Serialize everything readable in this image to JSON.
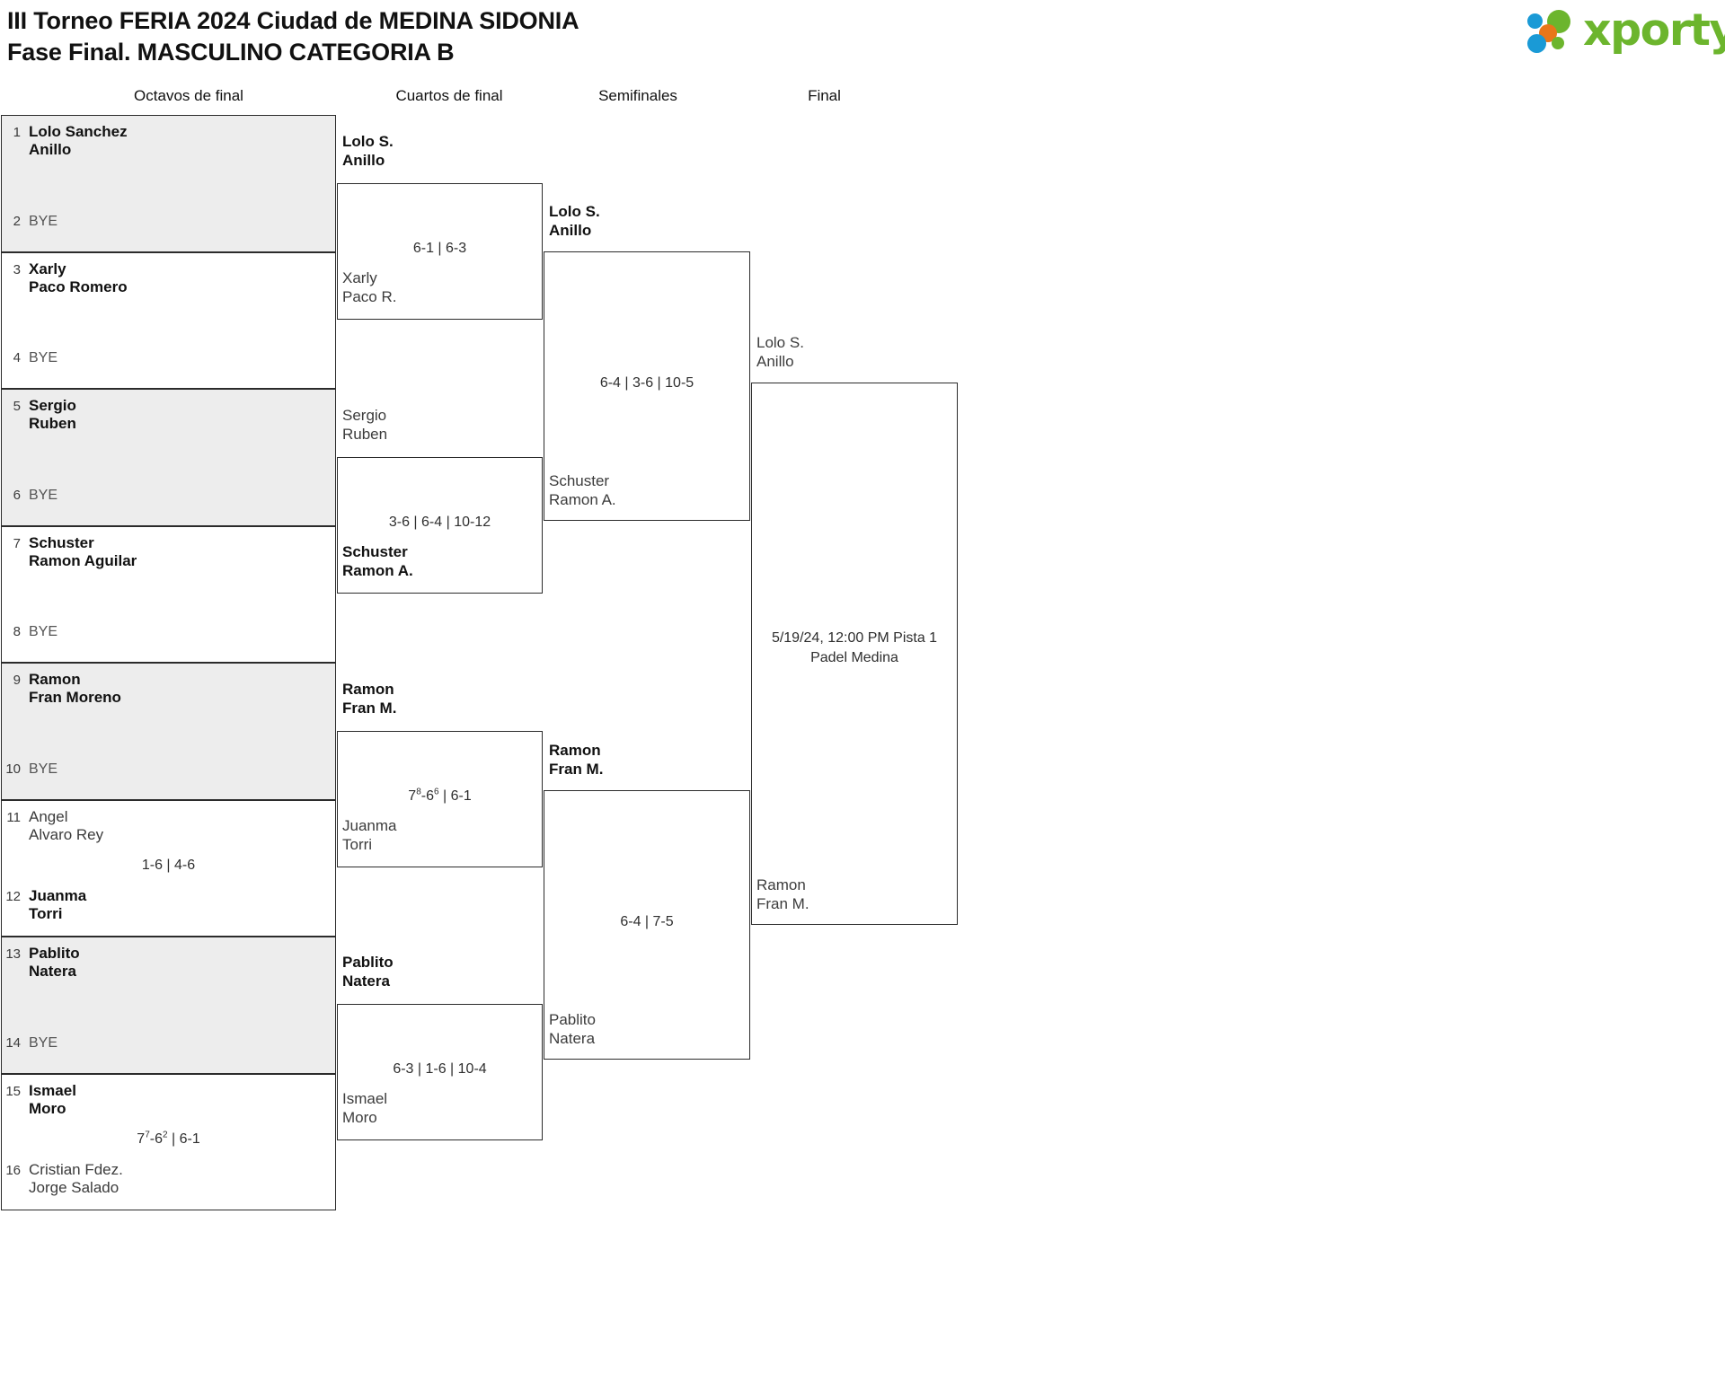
{
  "header": {
    "title_line1": "III Torneo FERIA 2024 Ciudad de MEDINA SIDONIA",
    "title_line2": "Fase Final. MASCULINO CATEGORIA B"
  },
  "logo": {
    "wordmark": "xporty",
    "colors": {
      "green": "#6cb52d",
      "blue": "#1a9ad6",
      "orange": "#e8761a"
    }
  },
  "rounds": [
    {
      "label": "Octavos de final"
    },
    {
      "label": "Cuartos de final"
    },
    {
      "label": "Semifinales"
    },
    {
      "label": "Final"
    }
  ],
  "bracket": {
    "round16": [
      {
        "seed_top": "1",
        "top_l1": "Lolo Sanchez",
        "top_l2": "Anillo",
        "top_result": "win",
        "seed_bot": "2",
        "bot_l1": "BYE",
        "bot_l2": "",
        "bot_result": "bye",
        "score": "",
        "shaded": true
      },
      {
        "seed_top": "3",
        "top_l1": "Xarly",
        "top_l2": "Paco Romero",
        "top_result": "win",
        "seed_bot": "4",
        "bot_l1": "BYE",
        "bot_l2": "",
        "bot_result": "bye",
        "score": "",
        "shaded": false
      },
      {
        "seed_top": "5",
        "top_l1": "Sergio",
        "top_l2": "Ruben",
        "top_result": "win",
        "seed_bot": "6",
        "bot_l1": "BYE",
        "bot_l2": "",
        "bot_result": "bye",
        "score": "",
        "shaded": true
      },
      {
        "seed_top": "7",
        "top_l1": "Schuster",
        "top_l2": "Ramon Aguilar",
        "top_result": "win",
        "seed_bot": "8",
        "bot_l1": "BYE",
        "bot_l2": "",
        "bot_result": "bye",
        "score": "",
        "shaded": false
      },
      {
        "seed_top": "9",
        "top_l1": "Ramon",
        "top_l2": "Fran Moreno",
        "top_result": "win",
        "seed_bot": "10",
        "bot_l1": "BYE",
        "bot_l2": "",
        "bot_result": "bye",
        "score": "",
        "shaded": true
      },
      {
        "seed_top": "11",
        "top_l1": "Angel",
        "top_l2": "Alvaro Rey",
        "top_result": "lose",
        "seed_bot": "12",
        "bot_l1": "Juanma",
        "bot_l2": "Torri",
        "bot_result": "win",
        "score": "1-6 | 4-6",
        "shaded": false
      },
      {
        "seed_top": "13",
        "top_l1": "Pablito",
        "top_l2": "Natera",
        "top_result": "win",
        "seed_bot": "14",
        "bot_l1": "BYE",
        "bot_l2": "",
        "bot_result": "bye",
        "score": "",
        "shaded": true
      },
      {
        "seed_top": "15",
        "top_l1": "Ismael",
        "top_l2": "Moro",
        "top_result": "win",
        "seed_bot": "16",
        "bot_l1": "Cristian Fdez.",
        "bot_l2": "Jorge Salado",
        "bot_result": "lose",
        "score": "7|7|-6|2| | 6-1",
        "score_parts": [
          {
            "t": "7"
          },
          {
            "sup": "7"
          },
          {
            "t": "-6"
          },
          {
            "sup": "2"
          },
          {
            "t": " | 6-1"
          }
        ],
        "shaded": false
      }
    ],
    "quarters": [
      {
        "top_l1": "Lolo S.",
        "top_l2": "Anillo",
        "top_result": "win",
        "bot_l1": "Xarly",
        "bot_l2": "Paco R.",
        "bot_result": "lose",
        "score_parts": [
          {
            "t": "6-1 | 6-3"
          }
        ]
      },
      {
        "top_l1": "Sergio",
        "top_l2": "Ruben",
        "top_result": "lose",
        "bot_l1": "Schuster",
        "bot_l2": "Ramon A.",
        "bot_result": "win",
        "score_parts": [
          {
            "t": "3-6 | 6-4 | 10-12"
          }
        ]
      },
      {
        "top_l1": "Ramon",
        "top_l2": "Fran M.",
        "top_result": "win",
        "bot_l1": "Juanma",
        "bot_l2": "Torri",
        "bot_result": "lose",
        "score_parts": [
          {
            "t": "7"
          },
          {
            "sup": "8"
          },
          {
            "t": "-6"
          },
          {
            "sup": "6"
          },
          {
            "t": " | 6-1"
          }
        ]
      },
      {
        "top_l1": "Pablito",
        "top_l2": "Natera",
        "top_result": "win",
        "bot_l1": "Ismael",
        "bot_l2": "Moro",
        "bot_result": "lose",
        "score_parts": [
          {
            "t": "6-3 | 1-6 | 10-4"
          }
        ]
      }
    ],
    "semis": [
      {
        "top_l1": "Lolo S.",
        "top_l2": "Anillo",
        "top_result": "win",
        "bot_l1": "Schuster",
        "bot_l2": "Ramon A.",
        "bot_result": "lose",
        "score_parts": [
          {
            "t": "6-4 | 3-6 | 10-5"
          }
        ]
      },
      {
        "top_l1": "Ramon",
        "top_l2": "Fran M.",
        "top_result": "win",
        "bot_l1": "Pablito",
        "bot_l2": "Natera",
        "bot_result": "lose",
        "score_parts": [
          {
            "t": "6-4 | 7-5"
          }
        ]
      }
    ],
    "final": {
      "top_l1": "Lolo S.",
      "top_l2": "Anillo",
      "top_result": "lose",
      "bot_l1": "Ramon",
      "bot_l2": "Fran M.",
      "bot_result": "lose",
      "meta_line1": "5/19/24, 12:00 PM Pista 1",
      "meta_line2": "Padel Medina"
    }
  }
}
